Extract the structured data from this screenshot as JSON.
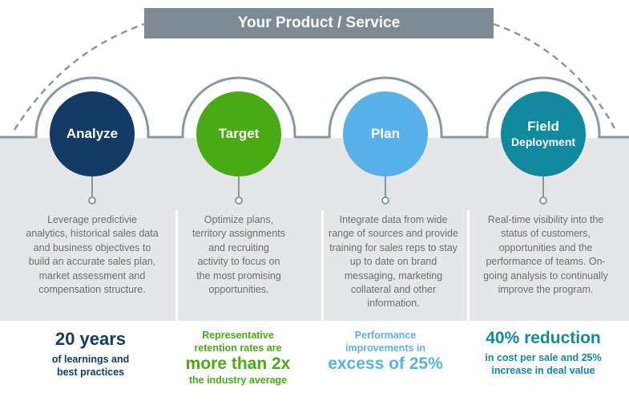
{
  "title": "Your Product / Service",
  "colors": {
    "banner": "#7e8b95",
    "band": "#e4e6e8",
    "steps": [
      "#143a66",
      "#4aaa14",
      "#59b1e9",
      "#11899f"
    ]
  },
  "steps": [
    {
      "label": "Analyze",
      "description": "Leverage predictivie analytics, historical sales data and business objectives to build an accurate sales plan, market assessment and compensation structure."
    },
    {
      "label": "Target",
      "description": "Optimize plans, territory assignments and recruiting activity to focus on the most promising opportunities."
    },
    {
      "label": "Plan",
      "description": "Integrate data from wide range of sources and provide training for sales reps to stay up to date on brand messaging, marketing collateral and other information."
    },
    {
      "label_line1": "Field",
      "label_line2": "Deployment",
      "description": "Real-time visibility into the status of customers, opportunities and the performance of teams. On-going analysis to continually improve the program."
    }
  ],
  "stats": [
    {
      "big": "20 years",
      "small": "of learnings and best practices"
    },
    {
      "small": "Representative retention rates are",
      "big": "more than 2x",
      "small2": "the industry average"
    },
    {
      "small": "Performance improvements in",
      "big": "excess of 25%"
    },
    {
      "big": "40% reduction",
      "small": "in cost per sale and 25% increase in deal value"
    }
  ]
}
